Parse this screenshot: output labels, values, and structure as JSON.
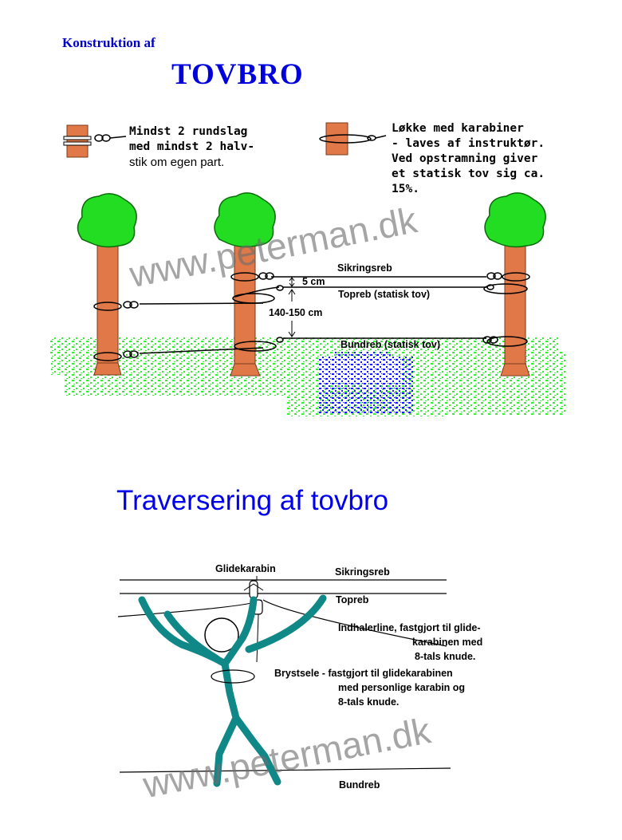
{
  "header": {
    "subtitle": "Konstruktion af",
    "title": "TOVBRO"
  },
  "legend": {
    "knot_text": [
      "Mindst 2 rundslag",
      "med mindst 2 halv-",
      "stik om egen part."
    ],
    "loop_text": [
      "Løkke med karabiner",
      "- laves af instruktør.",
      "Ved opstramning giver",
      "et statisk tov sig ca.",
      "15%."
    ]
  },
  "bridge": {
    "sikringsreb": "Sikringsreb",
    "spacing": "5 cm",
    "topreb": "Topreb (statisk tov)",
    "height": "140-150 cm",
    "bundreb": "Bundreb (statisk tov)"
  },
  "traverse": {
    "heading": "Traversering af tovbro",
    "glidekarabin": "Glidekarabin",
    "sikringsreb": "Sikringsreb",
    "topreb": "Topreb",
    "indhaler": [
      "Indhalerline, fastgjort til glide-",
      "karabinen med",
      "8-tals knude."
    ],
    "brystsele": [
      "Brystsele - fastgjort til glidekarabinen",
      "med personlige karabin og",
      "8-tals knude."
    ],
    "bundreb": "Bundreb"
  },
  "watermark": "www.peterman.dk",
  "colors": {
    "title_blue": "#0000dd",
    "trunk": "#e07848",
    "foliage": "#22dd22",
    "grass": "#33ee33",
    "water": "#1818ee",
    "figure": "#118888"
  }
}
